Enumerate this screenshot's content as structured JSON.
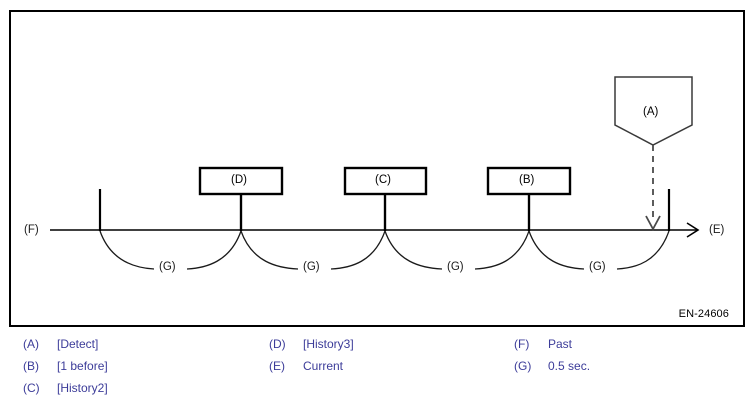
{
  "figure": {
    "code": "EN-24606",
    "axis": {
      "left_label": "(F)",
      "right_label": "(E)"
    },
    "callout": {
      "label": "(A)",
      "shape": "inverted-pentagon"
    },
    "event_boxes": [
      {
        "label": "(D)"
      },
      {
        "label": "(C)"
      },
      {
        "label": "(B)"
      }
    ],
    "interval_labels": [
      {
        "label": "(G)"
      },
      {
        "label": "(G)"
      },
      {
        "label": "(G)"
      },
      {
        "label": "(G)"
      }
    ]
  },
  "legend": {
    "accent_color": "#3c3c99",
    "columns": [
      {
        "items": [
          {
            "key": "(A)",
            "value": "[Detect]"
          },
          {
            "key": "(B)",
            "value": "[1 before]"
          },
          {
            "key": "(C)",
            "value": "[History2]"
          }
        ]
      },
      {
        "items": [
          {
            "key": "(D)",
            "value": "[History3]"
          },
          {
            "key": "(E)",
            "value": "Current"
          }
        ]
      },
      {
        "items": [
          {
            "key": "(F)",
            "value": "Past"
          },
          {
            "key": "(G)",
            "value": "0.5 sec."
          }
        ]
      }
    ]
  }
}
